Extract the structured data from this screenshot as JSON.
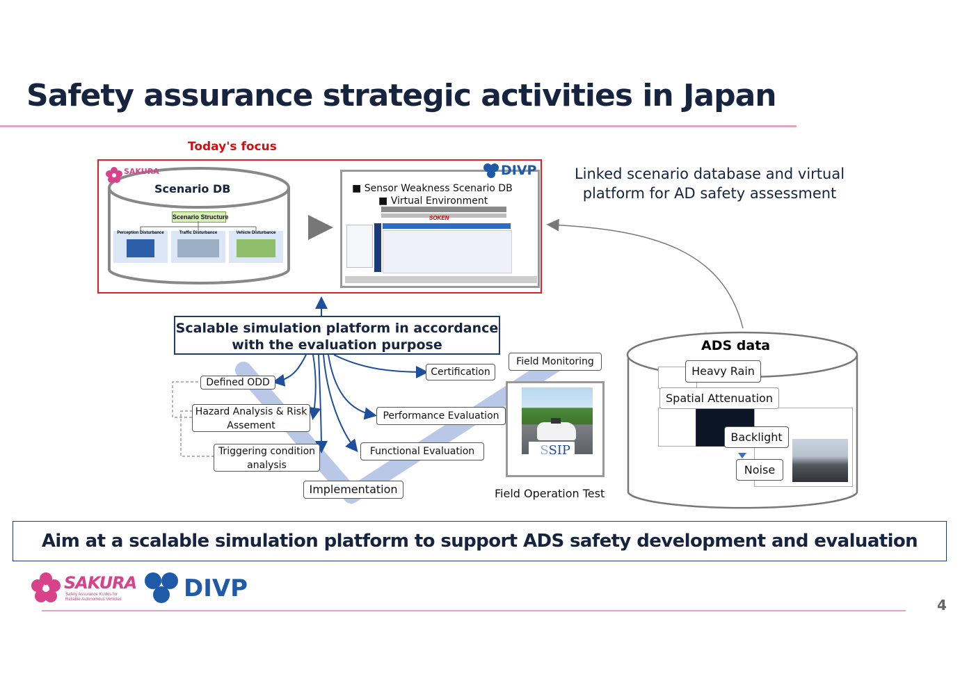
{
  "title": "Safety assurance strategic activities in Japan",
  "focus_label": "Today's focus",
  "sakura": {
    "logo_text": "SAKURA",
    "tagline": "Safety Assurance KUdos for Reliable Autonomous Vehicles",
    "db_label": "Scenario DB",
    "structure_label": "Scenario Structure",
    "disturbances": [
      "Perception Disturbance",
      "Traffic Disturbance",
      "Vehicle Disturbance"
    ]
  },
  "divp": {
    "logo_text": "DIVP",
    "bullets": [
      "Sensor Weakness Scenario DB",
      "Virtual Environment"
    ],
    "soken": "SOKEN"
  },
  "linked_text": "Linked scenario database and virtual platform for AD safety assessment",
  "sim_box": "Scalable simulation platform in accordance with the evaluation purpose",
  "vmodel": {
    "defined_odd": "Defined ODD",
    "hazard": "Hazard Analysis & Risk Assement",
    "triggering": "Triggering condition analysis",
    "implementation": "Implementation",
    "functional": "Functional Evaluation",
    "performance": "Performance Evaluation",
    "certification": "Certification",
    "field_monitoring": "Field Monitoring"
  },
  "field_test": {
    "label": "Field Operation Test",
    "sip": "SIP"
  },
  "ads": {
    "title": "ADS data",
    "tags": [
      "Heavy Rain",
      "Spatial Attenuation",
      "Backlight",
      "Noise"
    ]
  },
  "aim_text": "Aim at a scalable simulation platform to support ADS safety development and evaluation",
  "page_number": "4",
  "colors": {
    "title": "#16243f",
    "accent_pink": "#e6a3c4",
    "focus_red": "#e02020",
    "arrow_blue": "#1e4f9c",
    "v_shape": "#b8c8e6"
  }
}
